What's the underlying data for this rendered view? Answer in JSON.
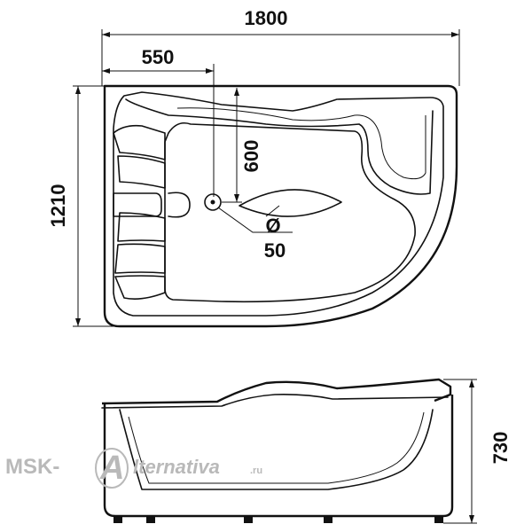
{
  "dimensions": {
    "total_length": "1800",
    "drain_offset_x": "550",
    "total_width": "1210",
    "drain_offset_y": "600",
    "drain_diameter_symbol": "Ø",
    "drain_diameter_value": "50",
    "height": "730"
  },
  "watermark": {
    "prefix": "MSK-",
    "logo_letter": "A",
    "suffix": "lternativa",
    "tld": ".ru"
  },
  "colors": {
    "line": "#111111",
    "watermark": "#b9b9b9",
    "background": "#ffffff"
  }
}
